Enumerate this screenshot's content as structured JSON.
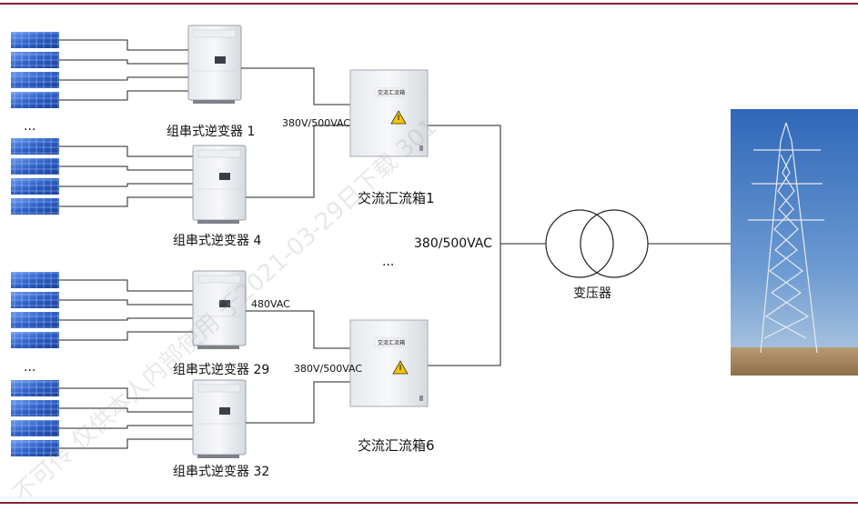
{
  "inverters": [
    {
      "label": "组串式逆变器 1"
    },
    {
      "label": "组串式逆变器 4"
    },
    {
      "label": "组串式逆变器 29"
    },
    {
      "label": "组串式逆变器 32"
    }
  ],
  "combiner_boxes": [
    {
      "label": "交流汇流箱1",
      "plate": "交流汇流箱"
    },
    {
      "label": "交流汇流箱6",
      "plate": "交流汇流箱"
    }
  ],
  "voltages": {
    "cb1_in": "380V/500VAC",
    "inv29_out": "480VAC",
    "cb6_in": "380V/500VAC",
    "bus": "380/500VAC"
  },
  "ellipsis": "...",
  "transformer": {
    "label": "变压器"
  },
  "watermark": "不可传 仅供本人内部使用 于2021-03-29日下载 301",
  "colors": {
    "rule": "#8a2039",
    "panel": "#2d5fc4",
    "line": "#222222"
  }
}
